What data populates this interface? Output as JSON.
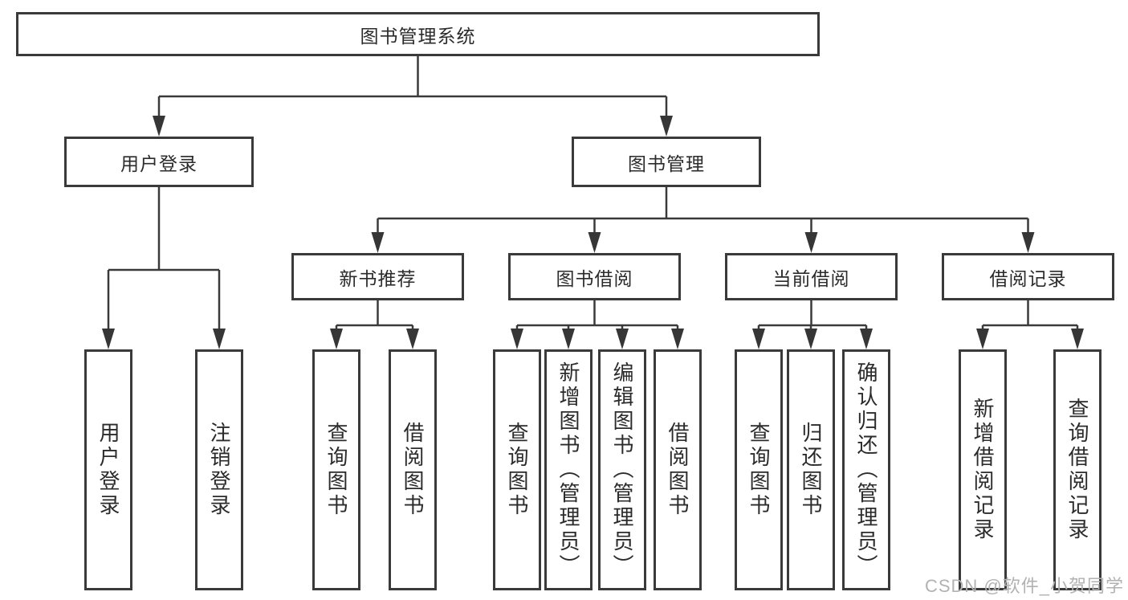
{
  "diagram": {
    "title": "图书管理系统",
    "root": {
      "label": "图书管理系统"
    },
    "branches": [
      {
        "label": "用户登录",
        "children": [
          {
            "label": "用户登录"
          },
          {
            "label": "注销登录"
          }
        ]
      },
      {
        "label": "图书管理",
        "children": [
          {
            "label": "新书推荐",
            "children": [
              {
                "label": "查询图书"
              },
              {
                "label": "借阅图书"
              }
            ]
          },
          {
            "label": "图书借阅",
            "children": [
              {
                "label": "查询图书"
              },
              {
                "label": "新增图书（管理员）"
              },
              {
                "label": "编辑图书（管理员）"
              },
              {
                "label": "借阅图书"
              }
            ]
          },
          {
            "label": "当前借阅",
            "children": [
              {
                "label": "查询图书"
              },
              {
                "label": "归还图书"
              },
              {
                "label": "确认归还（管理员）"
              }
            ]
          },
          {
            "label": "借阅记录",
            "children": [
              {
                "label": "新增借阅记录"
              },
              {
                "label": "查询借阅记录"
              }
            ]
          }
        ]
      }
    ],
    "watermark": "CSDN @软件_小贺同学",
    "colors": {
      "line": "#3a3a3a",
      "box_border": "#3a3a3a",
      "text": "#2b2b2b",
      "watermark": "#b2b2b2",
      "background": "#ffffff"
    }
  }
}
